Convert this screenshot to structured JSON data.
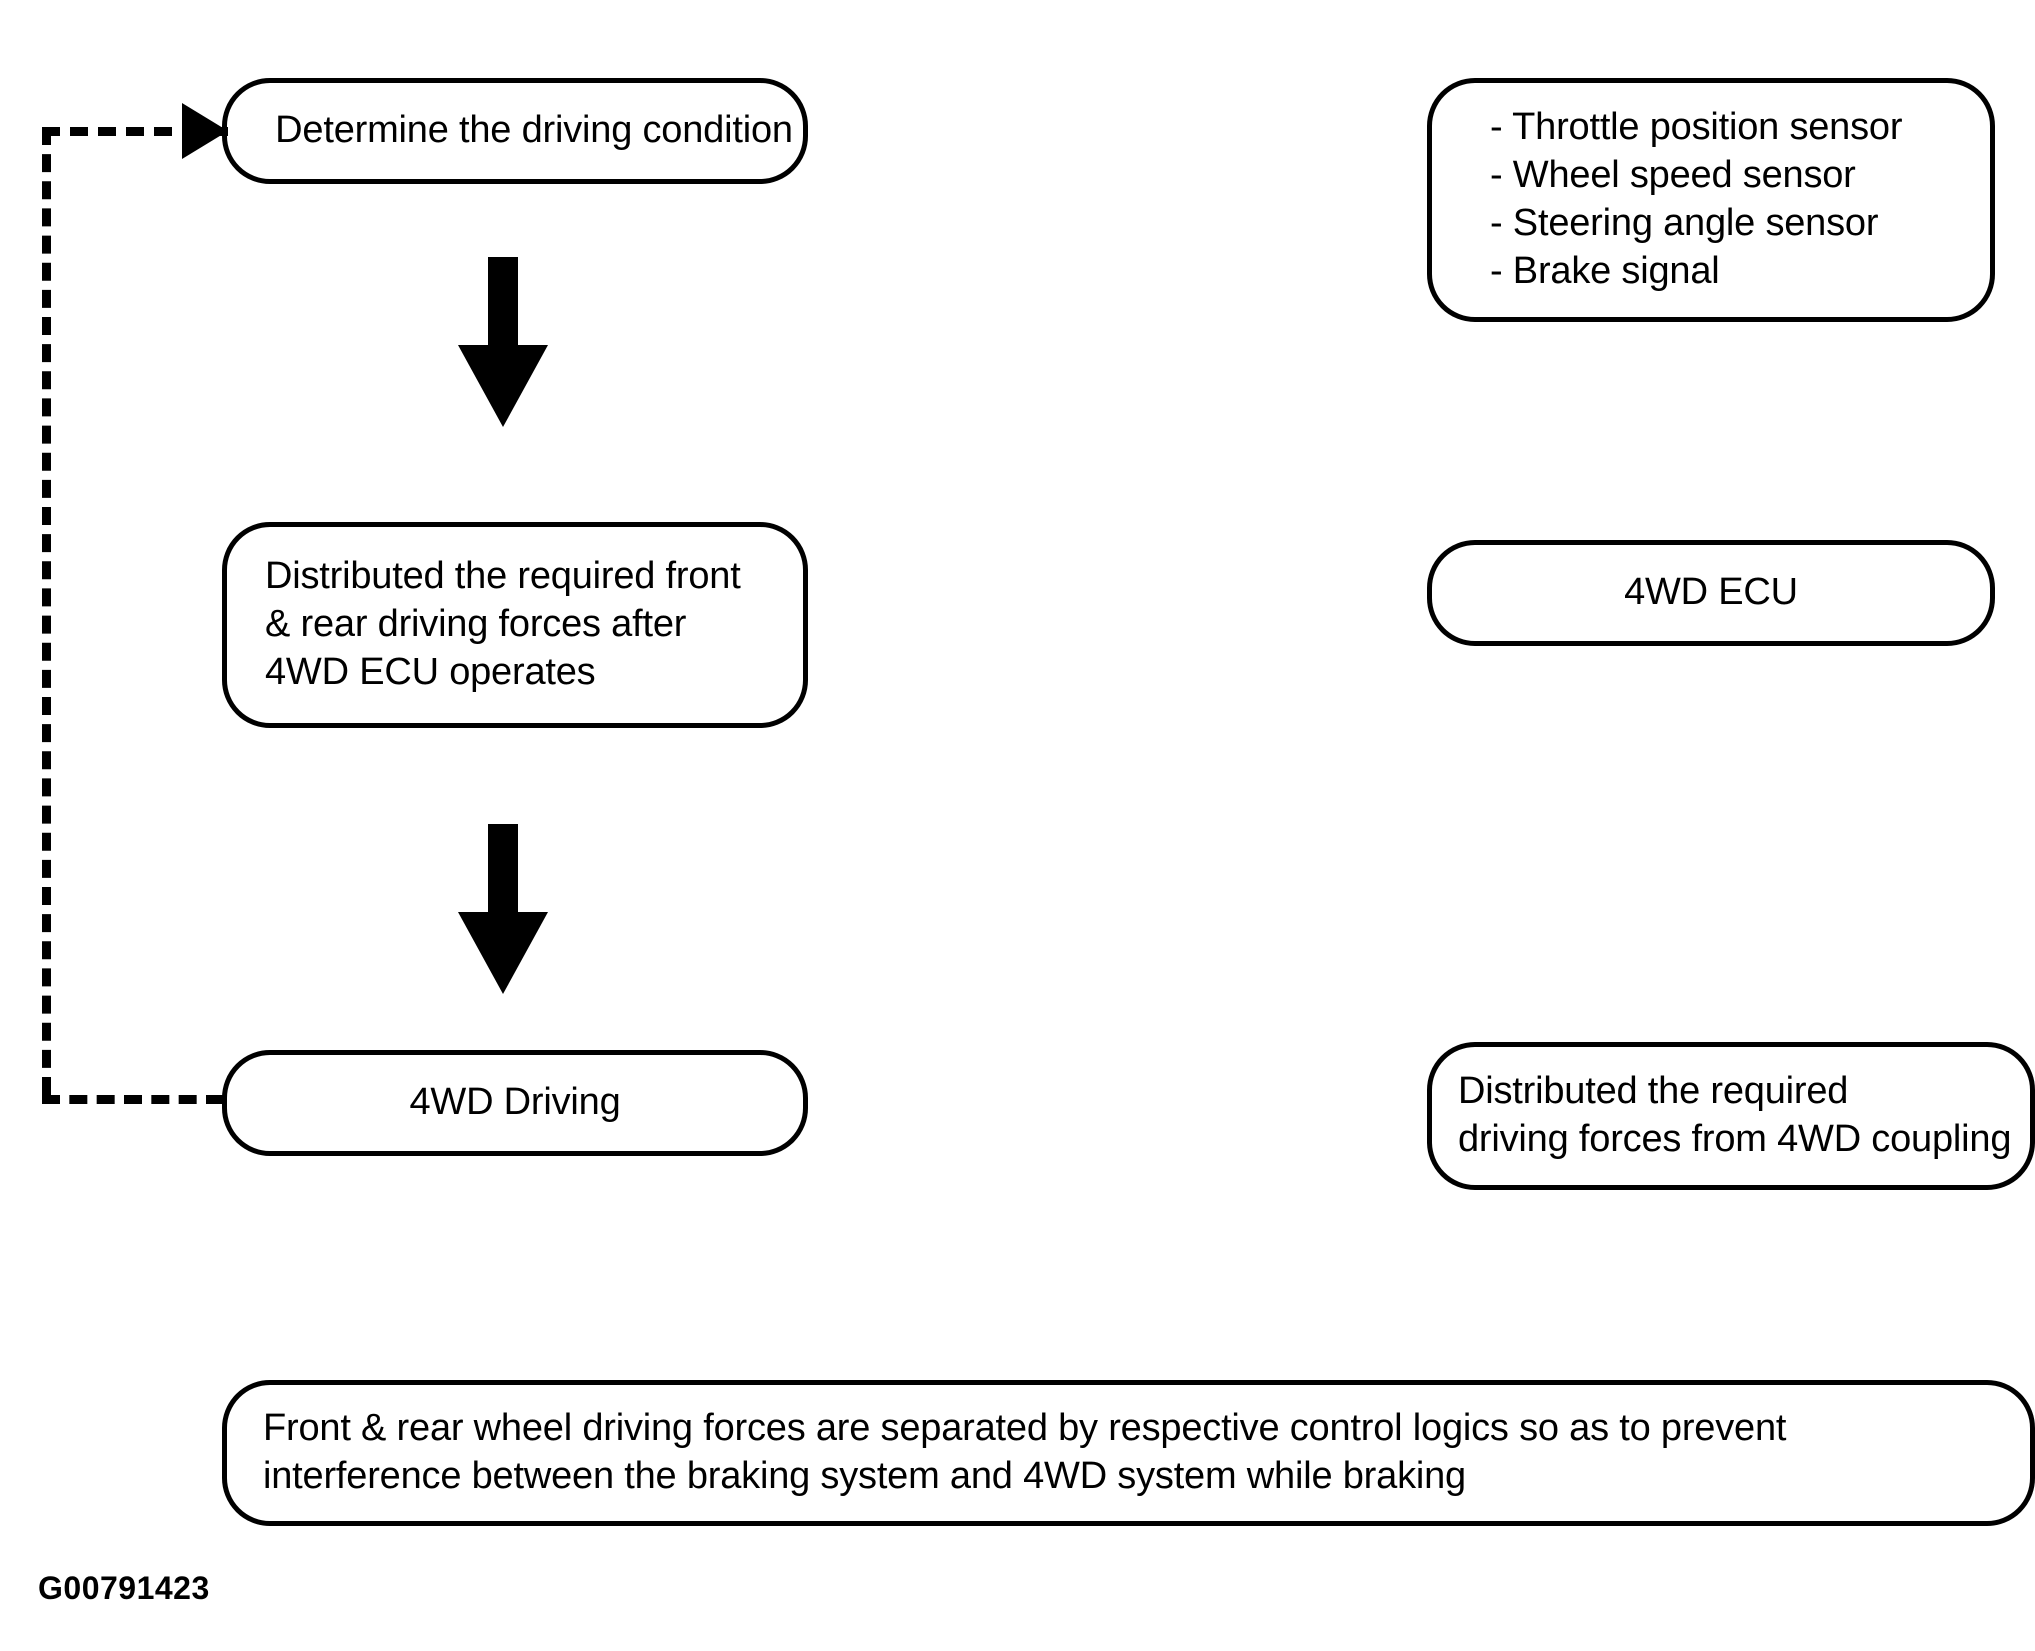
{
  "figure": {
    "id_label": "G00791423",
    "domain": "automotive 4WD control flow diagram"
  },
  "flow": {
    "step1": {
      "label": "Determine the driving condition"
    },
    "step2": {
      "lines": [
        "Distributed the required front",
        "& rear driving forces after",
        "4WD ECU operates"
      ]
    },
    "step3": {
      "label": "4WD Driving"
    }
  },
  "annotations": {
    "inputs": {
      "items": [
        "- Throttle position sensor",
        "- Wheel speed sensor",
        "- Steering angle sensor",
        "- Brake signal"
      ]
    },
    "controller": {
      "label": "4WD ECU"
    },
    "output": {
      "lines": [
        "Distributed the required",
        "driving forces from 4WD coupling"
      ]
    }
  },
  "summary": {
    "lines": [
      "Front & rear wheel driving forces are separated by respective control logics so as to prevent",
      "interference between the braking system and 4WD system while braking"
    ]
  },
  "connectors": {
    "arrow_1_name": "down-arrow-icon",
    "arrow_2_name": "down-arrow-icon",
    "feedback_name": "dashed-feedback-arrow-icon"
  },
  "colors": {
    "stroke": "#000000",
    "background": "#ffffff"
  }
}
